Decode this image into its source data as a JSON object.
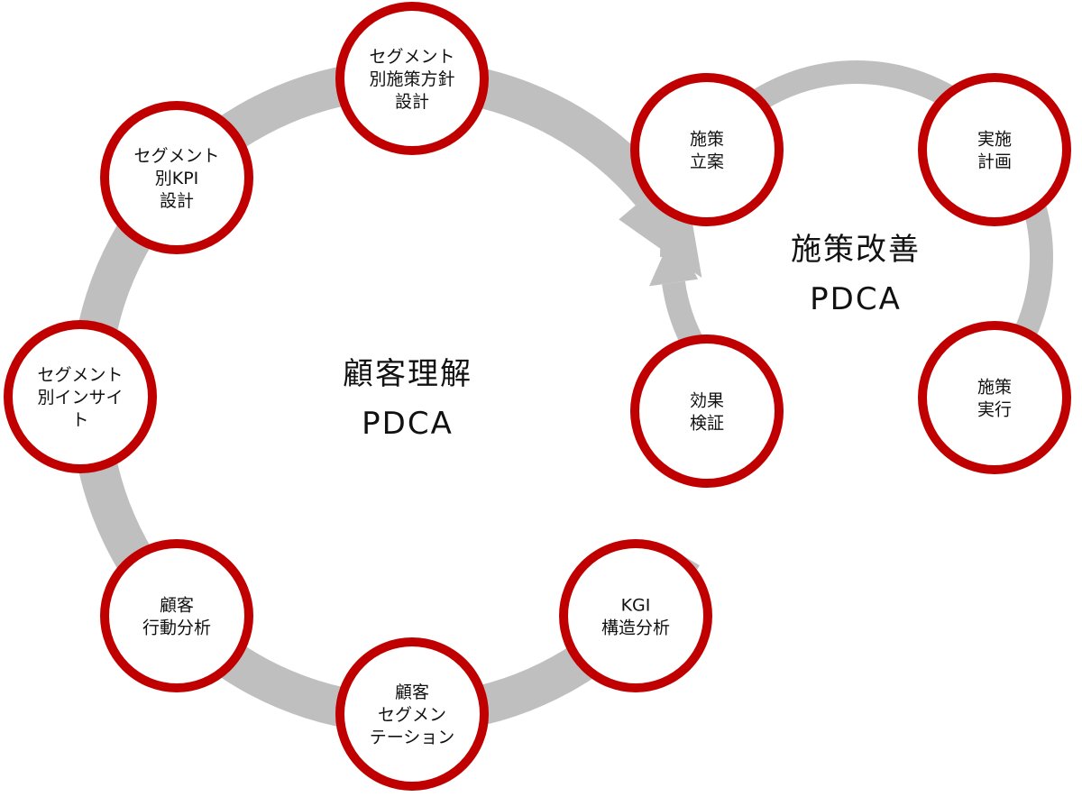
{
  "colors": {
    "node_stroke": "#C00000",
    "node_fill": "#FFFFFF",
    "arc": "#BFBFBF",
    "text": "#111111",
    "background": "#FFFFFF"
  },
  "loops": {
    "customer_understanding": {
      "title_line1": "顧客理解",
      "title_line2": "PDCA",
      "nodes": [
        {
          "id": "kgi-analysis",
          "lines": [
            "KGI",
            "構造分析"
          ]
        },
        {
          "id": "customer-segmentation",
          "lines": [
            "顧客",
            "セグメン",
            "テーション"
          ]
        },
        {
          "id": "customer-behavior-analysis",
          "lines": [
            "顧客",
            "行動分析"
          ]
        },
        {
          "id": "segment-insight",
          "lines": [
            "セグメント",
            "別インサイ",
            "ト"
          ]
        },
        {
          "id": "segment-kpi-design",
          "lines": [
            "セグメント",
            "別KPI",
            "設計"
          ]
        },
        {
          "id": "segment-policy-design",
          "lines": [
            "セグメント",
            "別施策方針",
            "設計"
          ]
        }
      ]
    },
    "measure_improvement": {
      "title_line1": "施策改善",
      "title_line2": "PDCA",
      "nodes": [
        {
          "id": "measure-planning",
          "lines": [
            "施策",
            "立案"
          ]
        },
        {
          "id": "implementation-plan",
          "lines": [
            "実施",
            "計画"
          ]
        },
        {
          "id": "measure-execution",
          "lines": [
            "施策",
            "実行"
          ]
        },
        {
          "id": "effect-verification",
          "lines": [
            "効果",
            "検証"
          ]
        }
      ]
    }
  }
}
